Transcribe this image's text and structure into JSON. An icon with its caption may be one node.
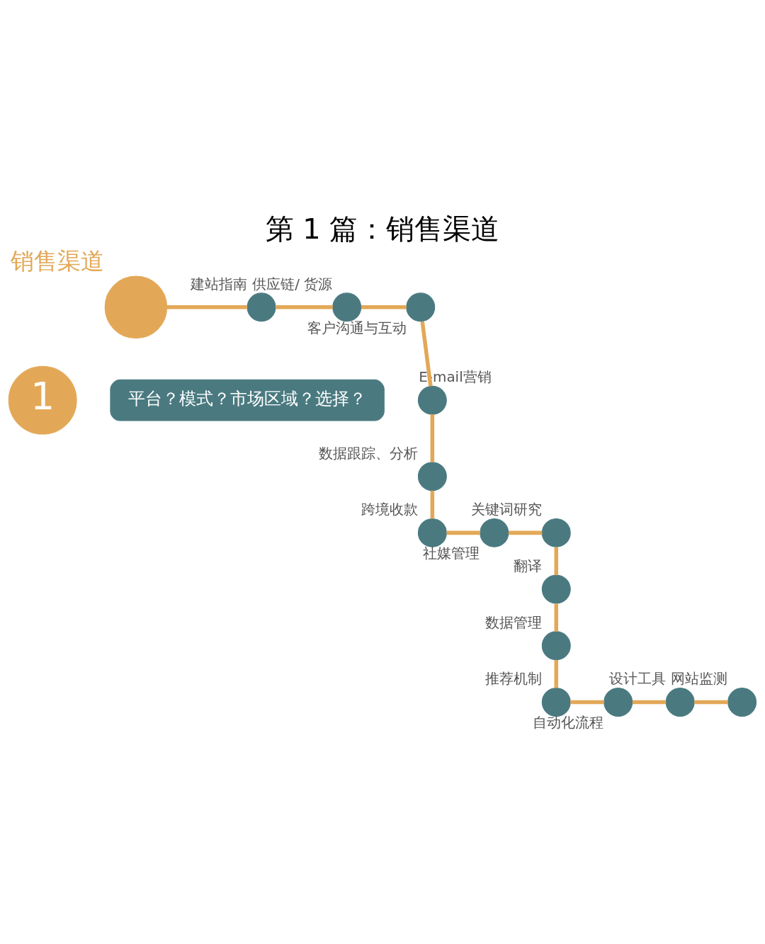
{
  "diagram": {
    "title": "第 1 篇：销售渠道",
    "nodes": [
      {
        "text": [],
        "shape": "circle",
        "beside": [
          "销售渠道"
        ]
      },
      {
        "text": [],
        "shape": "circle",
        "beside": [
          "建站指南"
        ]
      },
      {
        "text": [],
        "shape": "circle",
        "beside": [
          "供应链/ 货源"
        ]
      },
      {
        "text": [],
        "shape": "circle",
        "beside": [
          "客户沟通与互动"
        ]
      },
      {
        "text": [],
        "shape": "circle",
        "beside": [
          "E-mail营销"
        ]
      },
      {
        "text": [],
        "shape": "circle",
        "beside": [
          "数据跟踪、分析"
        ]
      },
      {
        "text": [],
        "shape": "circle",
        "beside": [
          "跨境收款"
        ]
      },
      {
        "text": [],
        "shape": "circle",
        "beside": [
          "社媒管理"
        ]
      },
      {
        "text": [],
        "shape": "circle",
        "beside": [
          "关键词研究"
        ]
      },
      {
        "text": [],
        "shape": "circle",
        "beside": [
          "翻译"
        ]
      },
      {
        "text": [],
        "shape": "circle",
        "beside": [
          "数据管理"
        ]
      },
      {
        "text": [],
        "shape": "circle",
        "beside": [
          "推荐机制"
        ]
      },
      {
        "text": [],
        "shape": "circle",
        "beside": [
          "自动化流程"
        ]
      },
      {
        "text": [],
        "shape": "circle",
        "beside": [
          "设计工具"
        ]
      },
      {
        "text": [],
        "shape": "circle",
        "beside": [
          "网站监测"
        ]
      },
      {
        "text": [
          "1"
        ]
      },
      {
        "text": [
          "平台？模式？市场区域？选择？"
        ]
      }
    ],
    "edges": [
      {
        "from": 0,
        "to": 1,
        "arrow": "none"
      },
      {
        "from": 1,
        "to": 2,
        "arrow": "none"
      },
      {
        "from": 2,
        "to": 3,
        "arrow": "none"
      },
      {
        "from": 3,
        "to": 4,
        "arrow": "none"
      },
      {
        "from": 4,
        "to": 5,
        "arrow": "none"
      },
      {
        "from": 5,
        "to": 6,
        "arrow": "none"
      },
      {
        "from": 6,
        "to": 7,
        "arrow": "none"
      },
      {
        "from": 7,
        "to": 8,
        "arrow": "none"
      },
      {
        "from": 8,
        "to": 9,
        "arrow": "none"
      },
      {
        "from": 9,
        "to": 10,
        "arrow": "none"
      },
      {
        "from": 10,
        "to": 11,
        "arrow": "none"
      },
      {
        "from": 11,
        "to": 12,
        "arrow": "none"
      },
      {
        "from": 12,
        "to": 13,
        "arrow": "none"
      },
      {
        "from": 13,
        "to": 14,
        "arrow": "none"
      }
    ]
  }
}
